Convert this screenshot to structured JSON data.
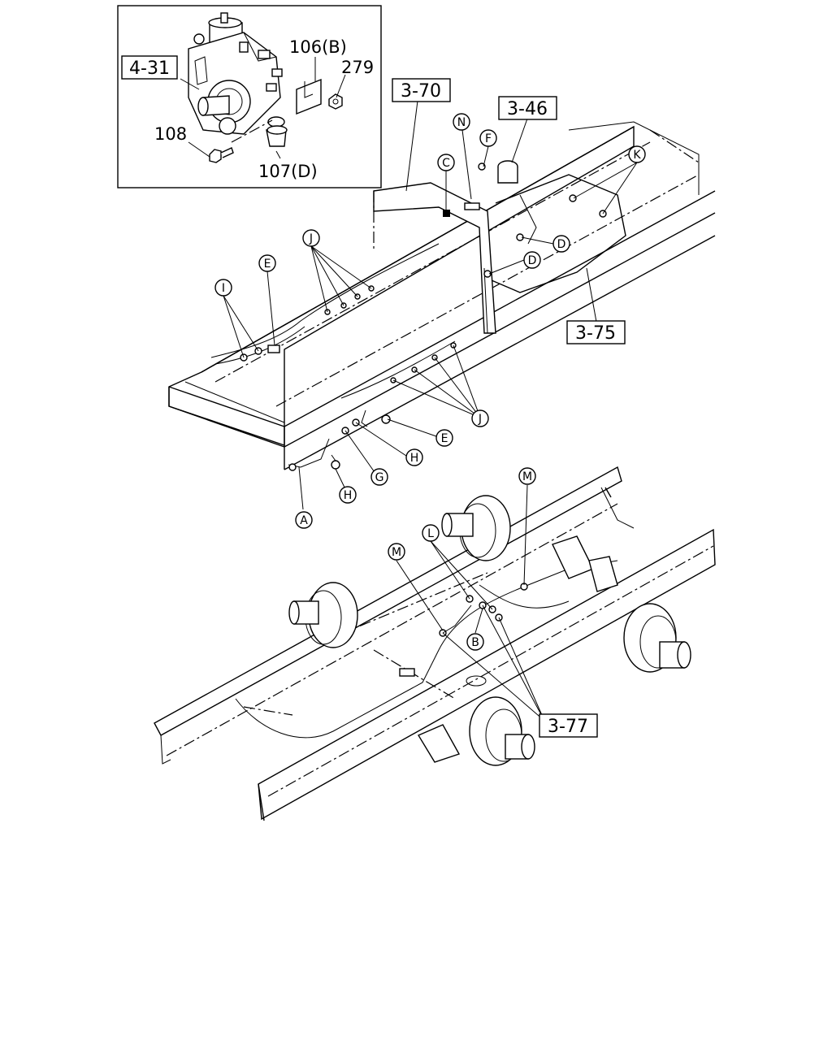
{
  "inset_labels": {
    "pump_ref": "4-31",
    "bracket": "106(B)",
    "nut": "279",
    "bolt": "108",
    "clip": "107(D)"
  },
  "ref_boxes": {
    "ref_3_70": "3-70",
    "ref_3_46": "3-46",
    "ref_3_75": "3-75",
    "ref_3_77": "3-77"
  },
  "callouts": {
    "n": "N",
    "f": "F",
    "c": "C",
    "k": "K",
    "j_top": "J",
    "e_top": "E",
    "i": "I",
    "d_upper": "D",
    "d_lower": "D",
    "j_bottom": "J",
    "e_bottom": "E",
    "h_right": "H",
    "g": "G",
    "h_left": "H",
    "a": "A",
    "m_right": "M",
    "m_left": "M",
    "l": "L",
    "b": "B"
  }
}
